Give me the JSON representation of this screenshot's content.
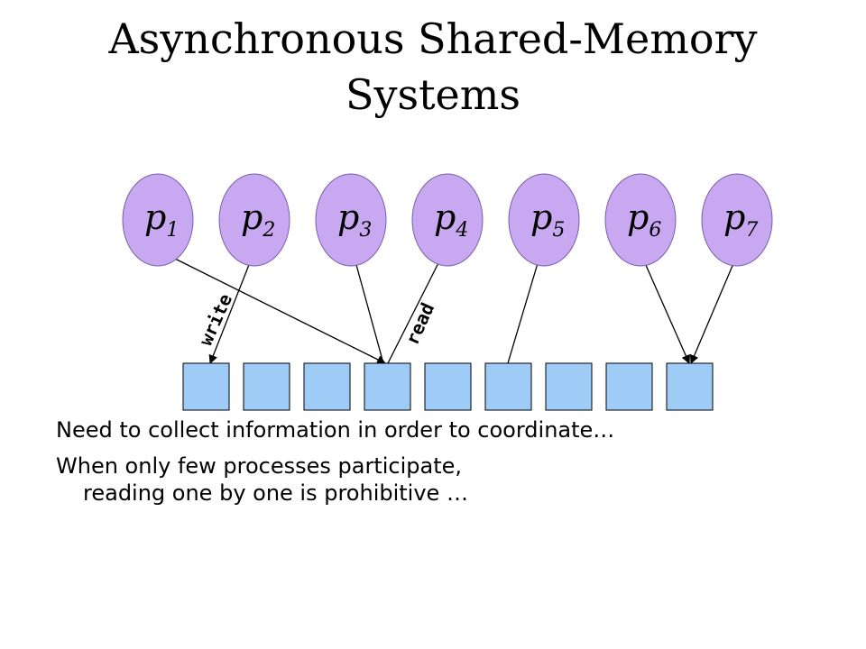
{
  "slide": {
    "title_lines": [
      "Asynchronous Shared-Memory",
      "Systems"
    ]
  },
  "processes": [
    {
      "name": "p",
      "sub": "1"
    },
    {
      "name": "p",
      "sub": "2"
    },
    {
      "name": "p",
      "sub": "3"
    },
    {
      "name": "p",
      "sub": "4"
    },
    {
      "name": "p",
      "sub": "5"
    },
    {
      "name": "p",
      "sub": "6"
    },
    {
      "name": "p",
      "sub": "7"
    }
  ],
  "memory": {
    "cell_count": 9
  },
  "edge_labels": {
    "write": "write",
    "read": "read"
  },
  "bullets": [
    {
      "line1": "Need to collect information in order to coordinate…",
      "line2": ""
    },
    {
      "line1": "When only few processes participate,",
      "line2": "reading one by one is prohibitive …"
    }
  ],
  "colors": {
    "process_fill": "#c8a8f0",
    "process_stroke": "#7a5ea8",
    "cell_fill": "#9fcbf7",
    "cell_stroke": "#000000",
    "arrow": "#000000"
  }
}
